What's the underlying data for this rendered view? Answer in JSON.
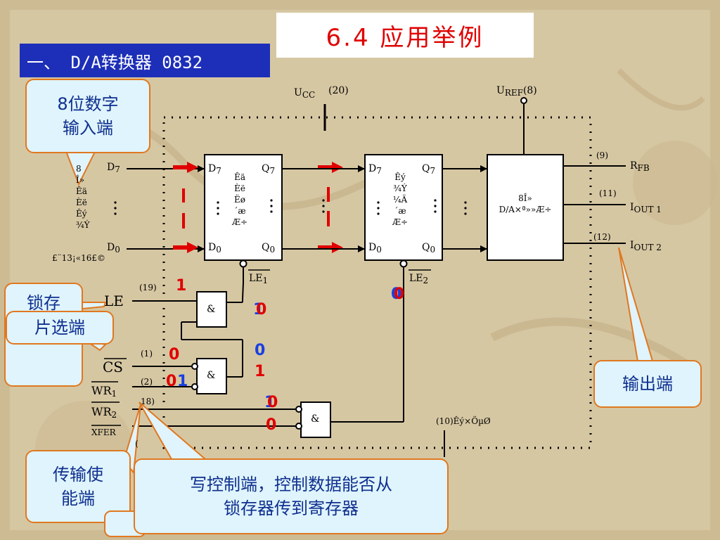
{
  "title": "6.4  应用举例",
  "section": "一、 D/A转换器 0832",
  "callouts": {
    "digital_input": "8位数字\n输入端",
    "latch_enable_partial": "锁存\n能端",
    "chip_select": "片选端",
    "output": "输出端",
    "transfer_enable": "传输使\n能端",
    "write_control": "写控制端，控制数据能否从\n锁存器传到寄存器"
  },
  "pins": {
    "ucc": "U",
    "ucc_sub": "CC",
    "ucc_num": "(20)",
    "uref": "U",
    "uref_sub": "REF",
    "uref_num": "(8)",
    "d7": "D",
    "d7_sub": "7",
    "d0": "D",
    "d0_sub": "0",
    "rfb_num": "(9)",
    "rfb": "R",
    "rfb_sub": "FB",
    "iout1_num": "(11)",
    "iout1": "I",
    "iout1_sub": "OUT 1",
    "iout2_num": "(12)",
    "iout2": "I",
    "iout2_sub": "OUT 2",
    "le_num": "(19)",
    "le": "LE",
    "cs_num": "(1)",
    "cs": "CS",
    "wr1_num": "(2)",
    "wr1": "WR",
    "wr1_sub": "1",
    "wr2_num": "18)",
    "wr2": "WR",
    "wr2_sub": "2",
    "xfer": "XFER",
    "xfer_num": "(",
    "gnd": "(10)Êý×ÖµØ",
    "le1": "LE",
    "le1_sub": "1",
    "le2": "LE",
    "le2_sub": "2"
  },
  "input_side_label": "8\nÎ»\nÊä\nÈë\nÊý\n¾Ý",
  "input_pins_label": "£¨13¡«16£©",
  "blocks": {
    "latch1_text": "Êä\nÈë\nËø\n´æ\nÆ÷",
    "latch2_text": "Êý\n¾Ý\n¼Ä\n´æ\nÆ÷",
    "dac_text": "8Î»\nD/A×ª»»Æ÷",
    "q7": "Q",
    "q7_sub": "7",
    "q0": "Q",
    "q0_sub": "0",
    "d7": "D",
    "d7_sub": "7",
    "d0": "D",
    "d0_sub": "0",
    "and": "&"
  },
  "bits": {
    "le_1": "1",
    "le2_0": "0",
    "g1_out_0": "0",
    "g1_out_1": "1",
    "cs_0": "0",
    "g2_in_0": "0",
    "g2_out_1": "1",
    "wr1_0": "0",
    "wr1_1": "1",
    "wr2_0": "0",
    "wr2_1": "1",
    "xfer_0": "0"
  },
  "colors": {
    "accent_red": "#e00000",
    "accent_blue": "#1840e0",
    "section_bar": "#1d2fb8",
    "callout_fill": "#dff4fc",
    "callout_border": "#e07820"
  }
}
